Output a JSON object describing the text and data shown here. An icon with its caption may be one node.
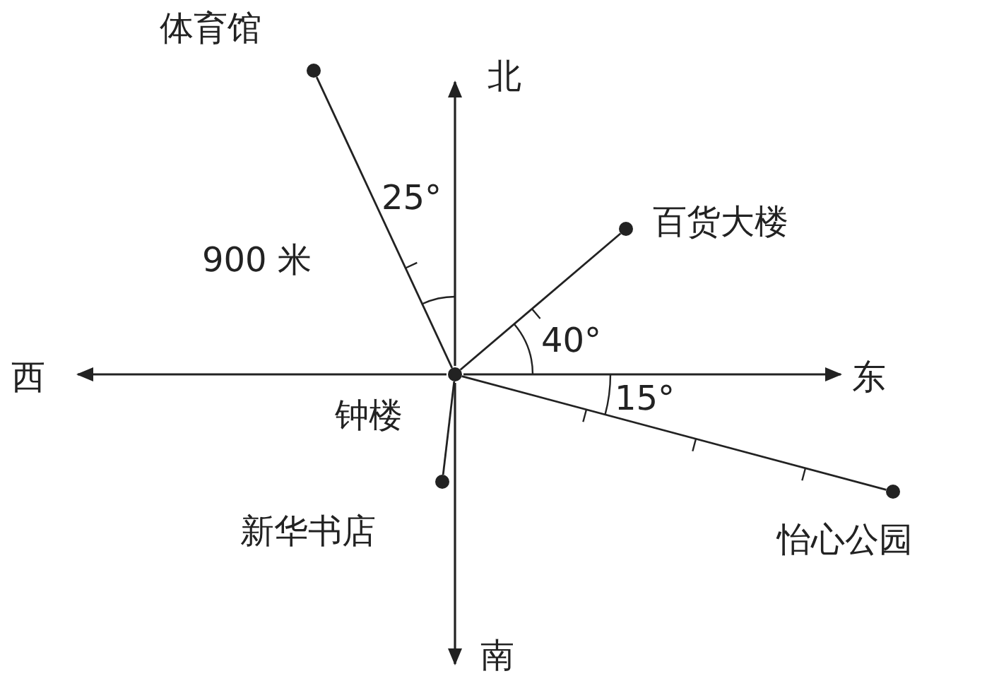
{
  "diagram": {
    "nodes": [
      {
        "text": [],
        "shape": "circle",
        "beside": [
          "体育馆"
        ]
      },
      {
        "text": [],
        "shape": "circle",
        "beside": [
          "百货大楼"
        ]
      },
      {
        "text": [],
        "shape": "circle",
        "beside": [
          "钟楼"
        ]
      },
      {
        "text": [],
        "shape": "circle",
        "beside": [
          "新华书店"
        ]
      },
      {
        "text": [],
        "shape": "circle",
        "beside": [
          "怡心公园"
        ]
      }
    ],
    "edges": [
      {
        "from": 2,
        "to": 0,
        "arrow": "none"
      },
      {
        "from": 2,
        "to": 1,
        "arrow": "none"
      },
      {
        "from": 2,
        "to": 3,
        "arrow": "none"
      },
      {
        "from": 2,
        "to": 4,
        "arrow": "none"
      }
    ],
    "labels": [
      "北",
      "25°",
      "900 米",
      "40°",
      "西",
      "东",
      "15°",
      "南"
    ]
  }
}
